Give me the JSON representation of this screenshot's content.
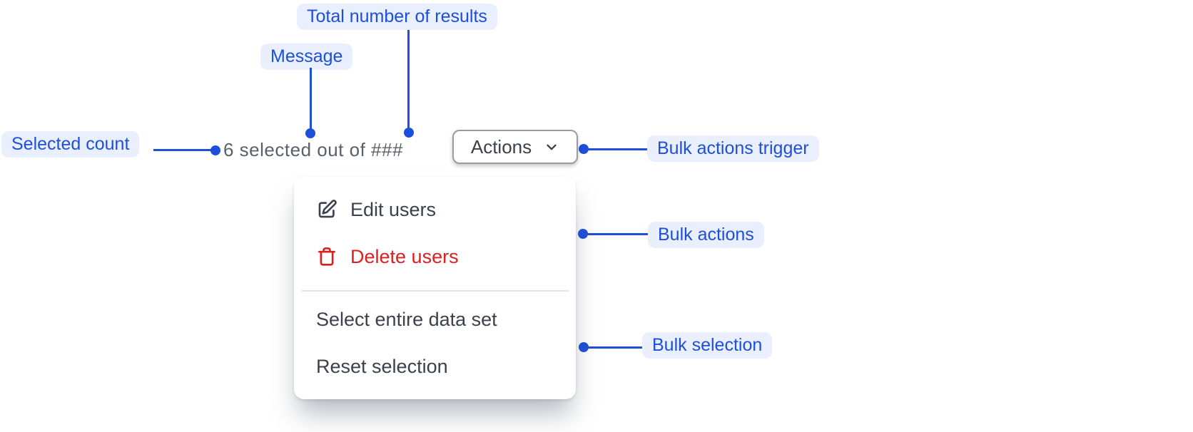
{
  "colors": {
    "accent": "#1d4fdb",
    "pill-bg": "#e9effd",
    "danger": "#dc1f1f"
  },
  "selection_bar": {
    "message": "6 selected out of ###",
    "trigger_label": "Actions",
    "trigger_icon": "chevron-down-icon"
  },
  "menu": {
    "items": [
      {
        "label": "Edit users",
        "icon": "edit-icon",
        "variant": "default"
      },
      {
        "label": "Delete users",
        "icon": "trash-icon",
        "variant": "danger"
      },
      {
        "type": "divider"
      },
      {
        "label": "Select entire data set",
        "variant": "default"
      },
      {
        "label": "Reset selection",
        "variant": "default"
      }
    ]
  },
  "annotations": {
    "total_results": "Total number of results",
    "message": "Message",
    "selected_count": "Selected count",
    "bulk_actions_trigger": "Bulk actions trigger",
    "bulk_actions": "Bulk actions",
    "bulk_selection": "Bulk selection"
  }
}
